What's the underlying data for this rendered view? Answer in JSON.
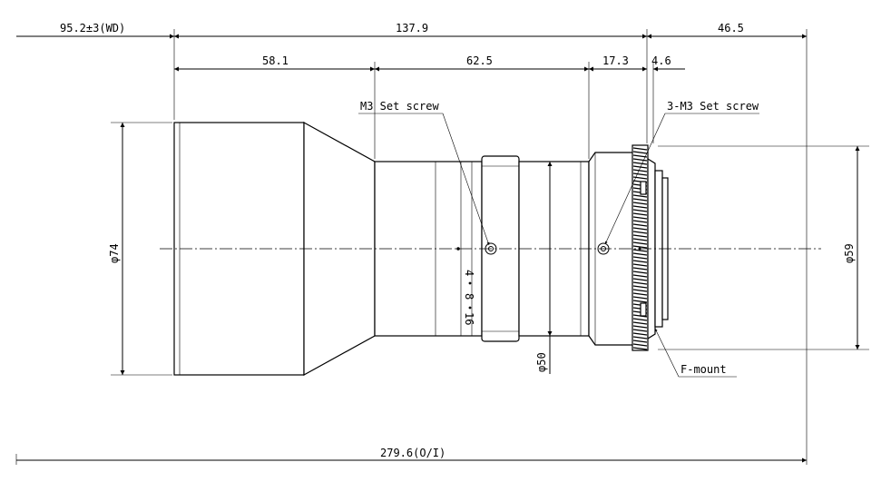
{
  "dimensions": {
    "wd": "95.2±3(WD)",
    "length_total_lens": "137.9",
    "back_length": "46.5",
    "seg_front": "58.1",
    "seg_middle": "62.5",
    "seg_rear": "17.3",
    "seg_mount": "4.6",
    "dia_front": "φ74",
    "dia_barrel": "φ50",
    "dia_mount": "φ59",
    "object_to_image": "279.6(O/I)"
  },
  "annotations": {
    "set_screw": "M3 Set screw",
    "set_screw_3": "3-M3 Set screw",
    "mount": "F-mount"
  },
  "aperture_scale": {
    "marks": [
      "4",
      "8",
      "16"
    ]
  }
}
